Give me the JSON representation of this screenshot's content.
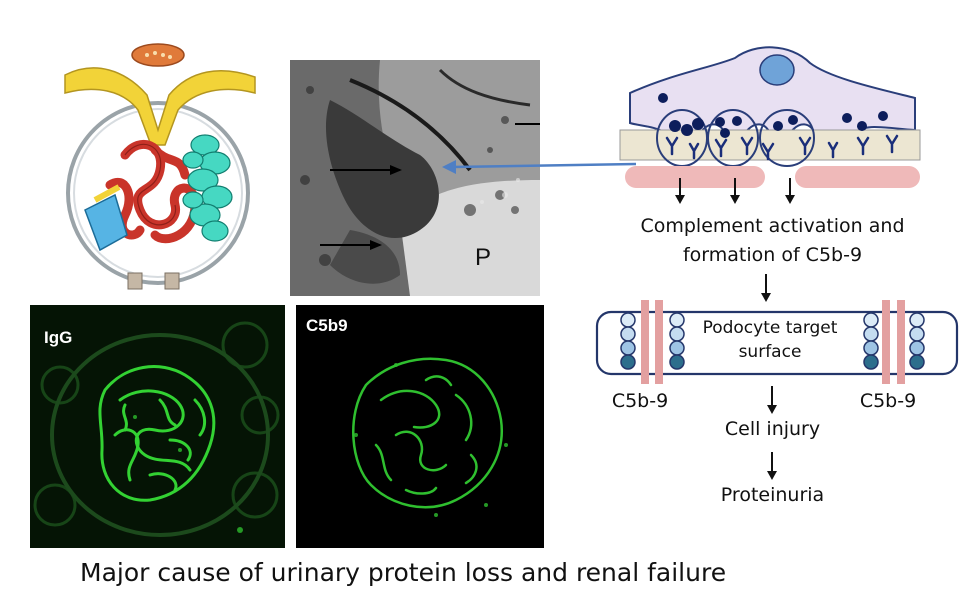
{
  "em_image": {
    "region_label": "P"
  },
  "if_panels": [
    {
      "label": "IgG"
    },
    {
      "label": "C5b9"
    }
  ],
  "flow": {
    "step1_line1": "Complement activation and",
    "step1_line2": "formation of C5b-9",
    "target_surface_line1": "Podocyte target",
    "target_surface_line2": "surface",
    "c5b9_left": "C5b-9",
    "c5b9_right": "C5b-9",
    "step2": "Cell injury",
    "step3": "Proteinuria"
  },
  "caption": "Major cause of urinary protein loss and renal failure",
  "colors": {
    "podocyte_fill": "#e8e0f2",
    "podocyte_nucleus": "#6fa3d8",
    "gbm_fill": "#ece6d2",
    "antigen_fill": "#efb9b9",
    "complex_dot": "#0d1e5c",
    "pore_bar": "#e3a0a0",
    "fluorescence_green": "#33d233",
    "em_arrow": "#4f7fc4"
  }
}
